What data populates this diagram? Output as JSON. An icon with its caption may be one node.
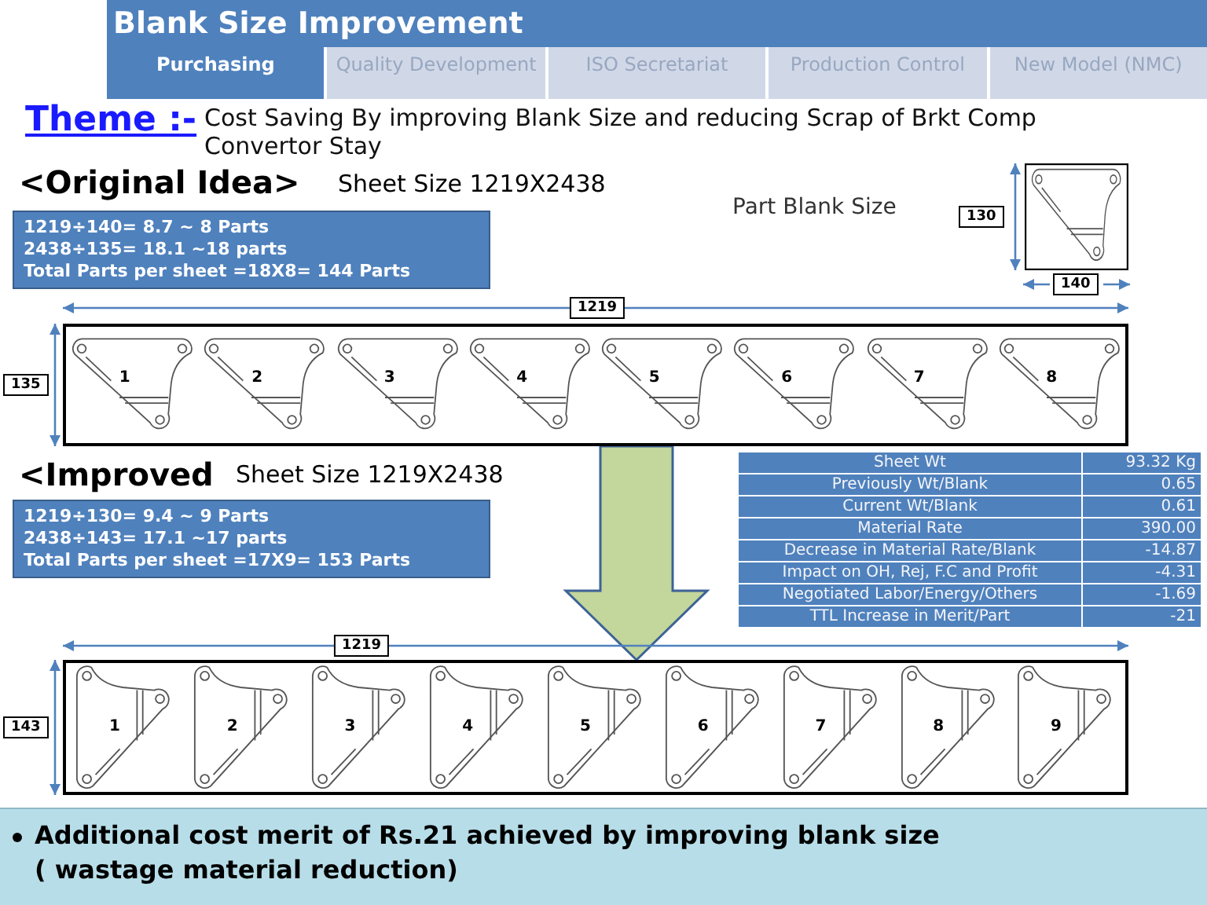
{
  "diagram": {
    "title": "Blank Size Improvement",
    "nodes": [
      {
        "text": [
          "Purchasing"
        ]
      },
      {
        "text": [
          "Quality Development"
        ]
      },
      {
        "text": [
          "ISO Secretariat"
        ]
      },
      {
        "text": [
          "Production Control"
        ]
      },
      {
        "text": [
          "New Model (NMC)"
        ]
      },
      {
        "text": [
          "1219÷140= 8.7 ~ 8 Parts",
          "2438÷135= 18.1 ~18 parts",
          "Total Parts per sheet =18X8= 144 Parts"
        ]
      },
      {
        "text": [],
        "shape": "box"
      },
      {
        "text": [
          "1"
        ],
        "in": 6
      },
      {
        "text": [
          "2"
        ],
        "in": 6
      },
      {
        "text": [
          "3"
        ],
        "in": 6
      },
      {
        "text": [
          "4"
        ],
        "in": 6
      },
      {
        "text": [
          "5"
        ],
        "in": 6
      },
      {
        "text": [
          "6"
        ],
        "in": 6
      },
      {
        "text": [
          "7"
        ],
        "in": 6
      },
      {
        "text": [
          "8"
        ],
        "in": 6
      },
      {
        "text": [
          "1219÷130= 9.4 ~ 9 Parts",
          "2438÷143= 17.1 ~17 parts",
          "Total Parts per sheet =17X9= 153 Parts"
        ]
      },
      {
        "text": [],
        "shape": "box"
      },
      {
        "text": [
          "1"
        ],
        "in": 16
      },
      {
        "text": [
          "2"
        ],
        "in": 16
      },
      {
        "text": [
          "3"
        ],
        "in": 16
      },
      {
        "text": [
          "4"
        ],
        "in": 16
      },
      {
        "text": [
          "5"
        ],
        "in": 16
      },
      {
        "text": [
          "6"
        ],
        "in": 16
      },
      {
        "text": [
          "7"
        ],
        "in": 16
      },
      {
        "text": [
          "8"
        ],
        "in": 16
      },
      {
        "text": [
          "9"
        ],
        "in": 16
      },
      {
        "text": [
          "Additional cost merit of Rs.21 achieved by improving blank size ( wastage material reduction)"
        ]
      }
    ],
    "edges": [
      {
        "from": 6,
        "to": 16,
        "arrow": "to",
        "style": "thick"
      }
    ],
    "labels": [
      "Theme :-",
      "Cost Saving By improving Blank Size and reducing Scrap of Brkt Comp Convertor Stay",
      "<Original Idea>",
      "Sheet Size 1219X2438",
      "Part Blank Size",
      "130",
      "140",
      "1219",
      "135",
      "<Improved",
      "Sheet Size 1219X2438",
      "Sheet Wt",
      "93.32 Kg",
      "Previously Wt/Blank",
      "0.65",
      "Current Wt/Blank",
      "0.61",
      "Material Rate",
      "390.00",
      "Decrease in Material Rate/Blank",
      "-14.87",
      "Impact on OH, Rej, F.C and Profit",
      "-4.31",
      "Negotiated Labor/Energy/Others",
      "-1.69",
      "TTL Increase in Merit/Part",
      "-21",
      "1219",
      "143"
    ]
  }
}
